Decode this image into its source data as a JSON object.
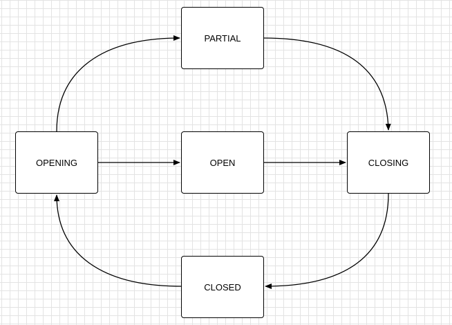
{
  "diagram": {
    "states": {
      "partial": "PARTIAL",
      "opening": "OPENING",
      "open": "OPEN",
      "closing": "CLOSING",
      "closed": "CLOSED"
    },
    "transitions": [
      {
        "from": "OPENING",
        "to": "PARTIAL"
      },
      {
        "from": "PARTIAL",
        "to": "CLOSING"
      },
      {
        "from": "OPENING",
        "to": "OPEN"
      },
      {
        "from": "OPEN",
        "to": "CLOSING"
      },
      {
        "from": "CLOSING",
        "to": "CLOSED"
      },
      {
        "from": "CLOSED",
        "to": "OPENING"
      }
    ],
    "colors": {
      "stroke": "#000000",
      "box_fill": "#ffffff",
      "grid": "#e3e3e3"
    }
  }
}
